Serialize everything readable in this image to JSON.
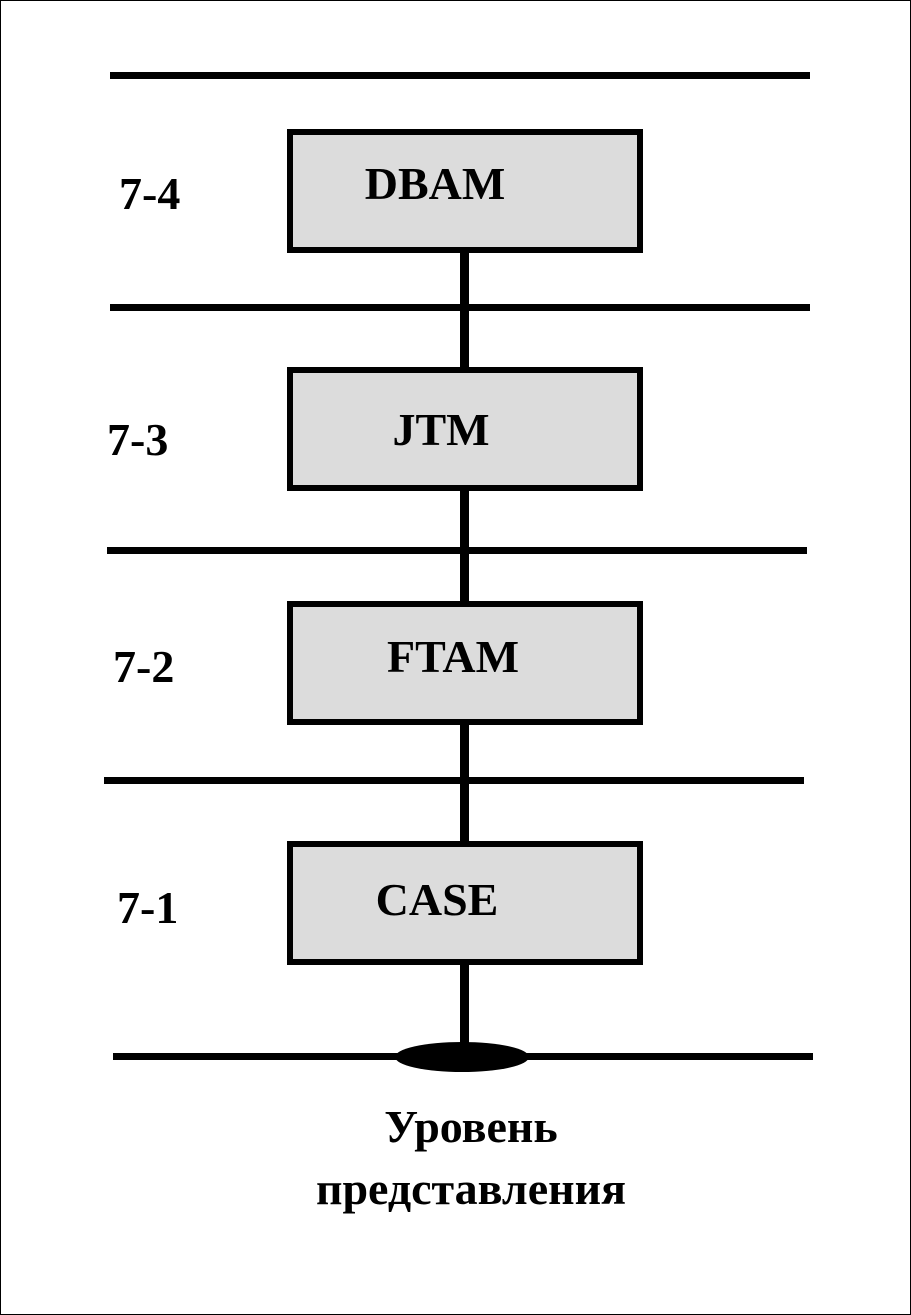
{
  "diagram": {
    "layers": [
      {
        "level": "7-4",
        "protocol": "DBAM"
      },
      {
        "level": "7-3",
        "protocol": "JTM"
      },
      {
        "level": "7-2",
        "protocol": "FTAM"
      },
      {
        "level": "7-1",
        "protocol": "CASE"
      }
    ],
    "caption": {
      "line1": "Уровень",
      "line2": "представления"
    }
  }
}
